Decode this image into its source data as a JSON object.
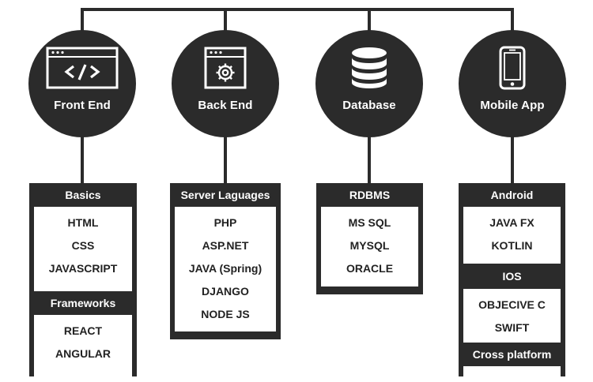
{
  "columns": [
    {
      "title": "Front End",
      "icon": "code-window-icon",
      "groups": [
        {
          "header": "Basics",
          "items": [
            "HTML",
            "CSS",
            "JAVASCRIPT"
          ]
        },
        {
          "header": "Frameworks",
          "items": [
            "REACT",
            "ANGULAR"
          ]
        }
      ]
    },
    {
      "title": "Back End",
      "icon": "gear-window-icon",
      "groups": [
        {
          "header": "Server Laguages",
          "items": [
            "PHP",
            "ASP.NET",
            "JAVA (Spring)",
            "DJANGO",
            "NODE JS"
          ]
        }
      ]
    },
    {
      "title": "Database",
      "icon": "database-icon",
      "groups": [
        {
          "header": "RDBMS",
          "items": [
            "MS SQL",
            "MYSQL",
            "ORACLE"
          ]
        }
      ]
    },
    {
      "title": "Mobile App",
      "icon": "smartphone-icon",
      "groups": [
        {
          "header": "Android",
          "items": [
            "JAVA FX",
            "KOTLIN"
          ]
        },
        {
          "header": "IOS",
          "items": [
            "OBJECIVE C",
            "SWIFT"
          ]
        },
        {
          "header": "Cross platform",
          "items": []
        }
      ]
    }
  ],
  "colors": {
    "dark": "#2b2b2b",
    "light": "#ffffff",
    "text": "#222222"
  }
}
